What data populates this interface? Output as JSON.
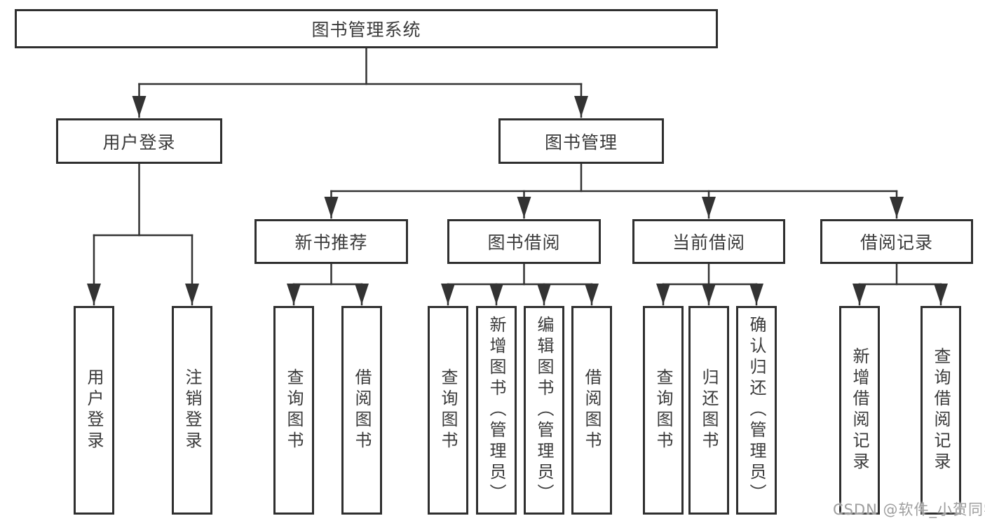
{
  "diagram_title": "图书管理系统",
  "tree": {
    "root": "图书管理系统",
    "branches": [
      {
        "label": "用户登录",
        "leaves": [
          "用户登录",
          "注销登录"
        ]
      },
      {
        "label": "图书管理",
        "children": [
          {
            "label": "新书推荐",
            "leaves": [
              "查询图书",
              "借阅图书"
            ]
          },
          {
            "label": "图书借阅",
            "leaves": [
              "查询图书",
              "新增图书（管理员）",
              "编辑图书（管理员）",
              "借阅图书"
            ]
          },
          {
            "label": "当前借阅",
            "leaves": [
              "查询图书",
              "归还图书",
              "确认归还（管理员）"
            ]
          },
          {
            "label": "借阅记录",
            "leaves": [
              "新增借阅记录",
              "查询借阅记录"
            ]
          }
        ]
      }
    ]
  },
  "watermark": "CSDN @软件_小贺同学",
  "colors": {
    "line": "#333333",
    "border": "#2f2f2f",
    "text": "#3a3a3a",
    "watermark": "#9e9e9e",
    "background": "#ffffff"
  }
}
